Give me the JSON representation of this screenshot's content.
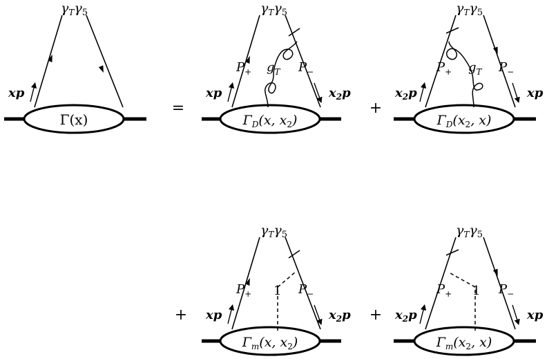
{
  "vertex_label": "γTγ5",
  "vertex_label_parts": [
    "γ",
    "T",
    "γ",
    "5"
  ],
  "operators": {
    "equals": "=",
    "plus": "+"
  },
  "momenta": {
    "xp": "xp",
    "x2p": "x₂p"
  },
  "projectors": {
    "plus": "P",
    "plus_sub": "+",
    "minus": "P",
    "minus_sub": "−"
  },
  "gluon": {
    "g": "g",
    "sub": "T"
  },
  "scalar_line": "1",
  "blobs": {
    "lhs": "Γ(x)",
    "d1": "ΓD(x, x2)",
    "d2": "ΓD(x2, x)",
    "m1": "Γm(x, x2)",
    "m2": "Γm(x2, x)"
  },
  "blob_parts": {
    "d1": {
      "G": "Γ",
      "sub": "D",
      "args": "(x, x",
      "argsub": "2",
      "close": ")"
    },
    "d2": {
      "G": "Γ",
      "sub": "D",
      "args": "(x",
      "argsub": "2",
      "close": ", x)"
    },
    "m1": {
      "G": "Γ",
      "sub": "m",
      "args": "(x, x",
      "argsub": "2",
      "close": ")"
    },
    "m2": {
      "G": "Γ",
      "sub": "m",
      "args": "(x",
      "argsub": "2",
      "close": ", x)"
    }
  }
}
